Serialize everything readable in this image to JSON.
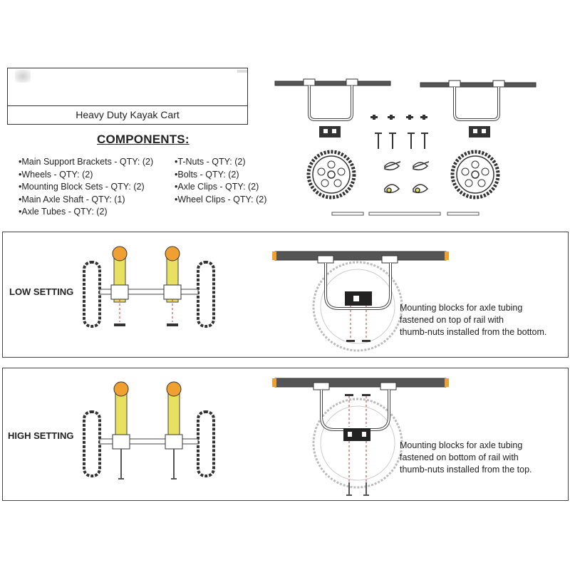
{
  "header": {
    "caption": "Heavy Duty Kayak Cart"
  },
  "components": {
    "title": "COMPONENTS:",
    "left_items": [
      "•Main Support Brackets - QTY: (2)",
      "•Wheels - QTY: (2)",
      "•Mounting Block Sets - QTY: (2)",
      "•Main Axle Shaft - QTY: (1)",
      "•Axle Tubes - QTY: (2)"
    ],
    "right_items": [
      "•T-Nuts - QTY: (2)",
      "•Bolts - QTY: (2)",
      "•Axle Clips - QTY: (2)",
      "•Wheel Clips - QTY: (2)"
    ]
  },
  "low_setting": {
    "label": "LOW SETTING",
    "description": [
      "Mounting blocks for axle tubing",
      "fastened on top of rail with",
      "thumb-nuts installed from the bottom."
    ]
  },
  "high_setting": {
    "label": "HIGH SETTING",
    "description": [
      "Mounting blocks for axle tubing",
      "fastened on bottom of rail with",
      "thumb-nuts installed from the top."
    ]
  },
  "colors": {
    "bumper_orange": "#f0a030",
    "tube_yellow": "#e8e060",
    "rail_dark": "#555555",
    "dashed_red": "#d03030"
  }
}
